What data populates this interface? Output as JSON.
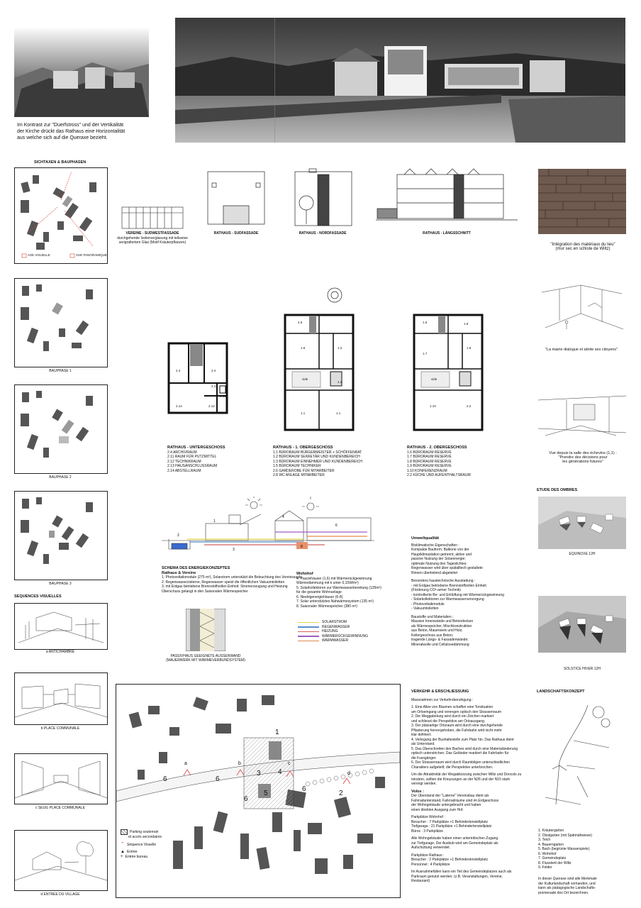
{
  "intro": {
    "text_lines": [
      "Im Kontrast zur \"Duerfstross\" und der Vertikalität",
      "der Kirche drückt das Rathaus eine Horizontalität",
      "aus welche sich auf die Queraxe bezieht."
    ]
  },
  "sichtaxen": {
    "title": "SICHTAXEN & BAUPHASEN",
    "legend_axe": "AXE VISUELLE",
    "legend_vue": "VUE PANORAMIQUE",
    "phases": [
      "BAUPHASE 1",
      "BAUPHASE 2",
      "BAUPHASE 3"
    ]
  },
  "facades": {
    "vereine_title": "VEREINE - SUDWESTFASSADE",
    "vereine_note": [
      "durchgehende Isolierverglasung mit teilweise",
      "serigrafiertem Glas  (Motif Kräuterpflanzen)"
    ],
    "sud": "RATHAUS - SUDFASSADE",
    "nord": "RATHAUS - NORDFASSADE",
    "schnitt": "RATHAUS - LÄNGSSCHNITT"
  },
  "quotes": {
    "materiaux": [
      "\"Intégration des matériaux du lieu\"",
      "(mur sec en schiste de Wiltz)"
    ],
    "mairie": "\"La mairie dialogue et abrite ses citoyens\"",
    "echevins": [
      "Vue depuis la salle des échevins (1,1) :",
      "\"Prendre des décisions pour",
      "les générations futures\""
    ]
  },
  "plans": {
    "ug": {
      "title": "RATHAUS - UNTERGESCHOSS",
      "items": [
        "2.4   ARCHIVRAUM",
        "2.11  RAUM FÜR PUTZMITTEL",
        "2.12  TECHNIKRAUM",
        "2.13  HAUSANSCHLUSSRAUM",
        "2.14  ABSTELLRAUM"
      ],
      "rooms": [
        "2.4",
        "2.4",
        "2.11",
        "2.13",
        "2.14",
        "2.12"
      ]
    },
    "og1": {
      "title": "RATHAUS - 1. OBERGESCHOSS",
      "items": [
        "1.1   BÜRORAUM BÜRGERMEISTER + SCHÖFFENRAT",
        "1.2   BÜRORAUM SEKRETÄR UND KUNDENBEREICH",
        "1.3   BÜRORAUM EINNEHMER UND KUNDENBEREICH",
        "1.5   BÜRORAUM TECHNIKER",
        "2.6   GARDEROBE FÜR MITARBEITER",
        "2.8   WC ANLAGE MITARBEITER"
      ],
      "rooms": [
        "2.6",
        "1.5",
        "1.3",
        "1.2",
        "1.1",
        "1.1",
        "vide"
      ]
    },
    "og2": {
      "title": "RATHAUS - 2. OBERGESCHOSS",
      "items": [
        "1.6   BÜRORAUM RESERVE",
        "1.7   BÜRORAUM RESERVE",
        "1.8   BÜRORAUM RESERVE",
        "1.9   BÜRORAUM RESERVE",
        "1.10  KONFERENZRAUM",
        "2.2   KÜCHE UND AUFENTHALTSRAUM"
      ],
      "rooms": [
        "1.6",
        "1.9",
        "1.7",
        "1.8",
        "1.10",
        "2.2",
        "vide"
      ]
    }
  },
  "energie": {
    "title": "SCHEMA DES ENERGIEKONZEPTES",
    "sub1": "Rathaus & Vereine",
    "items1": [
      "1. Photovoltaikmodule (275 m²), Solarstrom unterstützt die  Beleuchtung des Vereinssaals",
      "2. Regenwasserzisterne, Regenwasser speist die öffentlichen Vakuumtoiletten",
      "3. mit Erdgas betriebene Brennstoffzellen Einheit: Stromerzeugung und Heizung",
      "    Überschuss gelangt in den Saisonalen Wärmespeicher"
    ],
    "sub2": "Wohnhof",
    "items2": [
      "4. Passivhäuser (1,6) mit Wärmerückgewinnung",
      "    Wärmedämmung mit k unter 0,15W/m²)",
      "5. Solarkollektoren zur Warmwasserbereitung (135m²)",
      "    für die gesamte Wohnanlage",
      "6. Niedrigenergiehäuser (6-8)",
      "7. Solar unterstütztes Nahwärmesystem (135 m²)",
      "8. Saisonaler Wärmespeicher (380 m³)"
    ],
    "legend": [
      "SOLARSTROM",
      "REGENWASSER",
      "HEIZUNG",
      "WÄRMERÜCKGEWINNUNG",
      "WARMWASSER"
    ],
    "legend_colors": [
      "#e6d94a",
      "#5a8fd0",
      "#d06060",
      "#a05cc0",
      "#e08a4a"
    ],
    "wall_caption": [
      "PASSIVHAUS GEEIGNETE AUSSENWAND",
      "(MAUERWERK MIT WÄRMEVERBUNDSYSTEM)"
    ]
  },
  "umwelt": {
    "title": "Umweltqualität",
    "p1": [
      "Bioklimatische Eigenschaften :",
      "Kompakte Bauform; Balkone von der",
      "Hauptklimastation getrennt; aktive und",
      "passive Nutzung der Solarenergie;",
      "optimale Nutzung des Tageslichtes;",
      "Regenwasser wird über spätalltech gestaltete",
      "Rinnen überleitend abgeleitet"
    ],
    "p2": [
      "Besonders haustechnische Ausstattung :",
      "- mit Erdgas betriebene Brennstoffzellen Einheit",
      "  (Förderung CO²-armer Technik)",
      "- kontrollierte Be- und Entlüftung mit Wärmerückgewinnung",
      "- Solarkollektoren zur Warmwasserversorgung",
      "- Photovoltaikmodule",
      "- Vakuumtoiletten"
    ],
    "p3": [
      "Baustoffe und Materialien :",
      "Massive Innenwände und Betondecken",
      "als Wärmespeicher, Mischkonstruktion",
      "aus Beton, Mauerwerk und Holz;",
      "Kellergeschoss aus Beton;",
      "tragende Längs- & Fassadenwände;",
      "Mineralwolle und Cellulosedämmung"
    ]
  },
  "ombres": {
    "title": "ETUDE DES OMBRES",
    "equinoxe": "EQUINOXE 12H",
    "solstice": "SOLSTICE HIVER 12H"
  },
  "sequences": {
    "title": "SEQUENCES VISUELLES",
    "items": [
      "a  ANTICHAMBRE",
      "b  PLACE COMMUNALE",
      "c  SEUIL PLACE COMMUNALE",
      "d  ENTREE DU VILLAGE"
    ]
  },
  "site": {
    "legend": [
      "Parking souterrain",
      "et accès secondaires",
      "Séquence Visuelle",
      "Entrée",
      "Entrée bureau"
    ],
    "numbers": [
      "1",
      "2",
      "3",
      "4",
      "5",
      "6",
      "6",
      "6",
      "6"
    ],
    "letters": [
      "a",
      "b",
      "c",
      "d"
    ]
  },
  "verkehr": {
    "title": "VERKEHR & ERSCHLIESSUNG",
    "intro": "Massnahmen zur Verkehrsberuhigung :",
    "items": [
      "1. Eine Allee von Bäumen schaffen eine Torsituation",
      "   am Ortseingang und verengen optisch den Strassenraum",
      "2. Die Weggabelung wird durch ein Zeichen markiert",
      "   und schliesst die Perspektive am Ortsausgang.",
      "3. Der platzartige Ortsraum wird durch eine durchgehende",
      "   Pflasterung hervorgehoben, die Fahrbahn wird nicht mehr",
      "   klar definiert.",
      "4. Verlegung der Bushaltestelle zum Platz hin. Das Rathaus dient",
      "   als Unterstand.",
      "5. Das Überschreiten des Baches wird durch eine Materialänderung",
      "   optisch unterstrichen. Das Geländer markiert die Fahrbahn für",
      "   die Fussgänger.",
      "6. Der Strassenraum wird durch Raumbilgen unterschiedlichen",
      "   Charakters aufgeteilt; die Perspektive unterbrochen."
    ],
    "p_um": [
      "Um die Attraktivität der Wegabkürzung zwischen Wiltz und Doncols zu",
      "mindern, sollten die Kreuzungen an der N26 und der N15 stark",
      "verengt werden."
    ],
    "volos_title": "Volos :",
    "volos": [
      "Der Überstand der \"Laterne\" Vereinsbau dient als",
      "Fahrradunterstand, Fahrradräume sind im Erdgeschoss",
      "der Wohngebäude untergebracht und haben",
      "einen direkten Ausgang zum Hof."
    ],
    "park_title": "Parkplätze Wohnhof :",
    "park": [
      "Besucher :  7 Parkplätze +1 Behindertenstellplatz",
      "Tiefgarage : 21 Parkplätze +1 Behindertenstellplatz",
      "Büros : 3 Parkplätze"
    ],
    "alle": [
      "Alle Wohngebäude haben einen unterirdischen Zugang",
      "zur Tiefgarage, Der Ausbub wird am Gemeindeplatz als",
      "Aufschüttung verwendet."
    ],
    "park2_title": "Parkplätze Rathaus :",
    "park2": [
      "Besucher :  2 Parkplätze +1 Behindertenstellplatz",
      "Personnel :  4 Parkplätze"
    ],
    "ausnahme": [
      "Im Ausnahmefällen kann ein Teil des Gemeindeplatzes auch als",
      "Parkraum genutzt werden. (z.B. Veranstaltungen, Vereine,",
      "Restaurant)"
    ]
  },
  "landschaft": {
    "title": "LANDSCHAFTSKONZEPT",
    "items": [
      "1. Kräutergarten",
      "2. Obstgarten (mit Spätmähwiese)",
      "3. Teich",
      "4. Bauerngarten",
      "5. Bach (begrünte Wasserspiele)",
      "6. Wohnhof",
      "7. Gemeindeplatz",
      "8. Flussbett der Wiltz",
      "9. Felder"
    ],
    "note": [
      "In dieser Queraxe sind alle Merkmale",
      "der Kulturlandschaft vorhanden, und",
      "kann als pädagogische Landschafts-",
      "promenade des Ort bezeichnen."
    ]
  }
}
